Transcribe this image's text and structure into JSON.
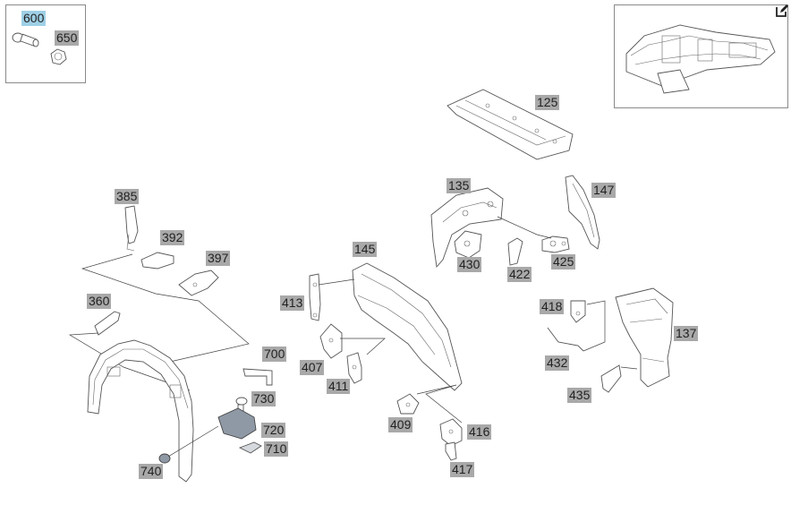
{
  "callouts": {
    "c600": "600",
    "c650": "650",
    "c125": "125",
    "c135": "135",
    "c147": "147",
    "c385": "385",
    "c392": "392",
    "c397": "397",
    "c145": "145",
    "c430": "430",
    "c422": "422",
    "c425": "425",
    "c360": "360",
    "c413": "413",
    "c418": "418",
    "c137": "137",
    "c432": "432",
    "c407": "407",
    "c411": "411",
    "c700": "700",
    "c730": "730",
    "c435": "435",
    "c720": "720",
    "c409": "409",
    "c416": "416",
    "c710": "710",
    "c740": "740",
    "c417": "417"
  },
  "selected_callout": "600",
  "icons": {
    "edit": "edit-icon"
  },
  "colors": {
    "callout_bg": "#a9a9a9",
    "callout_active_bg": "#9fd0e6"
  }
}
